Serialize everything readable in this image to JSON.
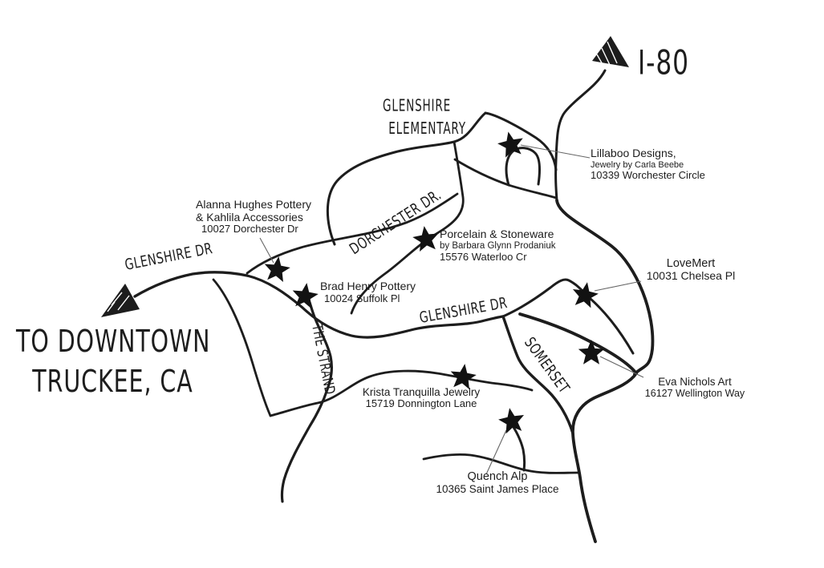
{
  "colors": {
    "ink": "#1d1d1d",
    "leader": "#666666",
    "background": "#ffffff"
  },
  "landmarks": {
    "highway_label": "I-80",
    "downtown_label_line1": "TO DOWNTOWN",
    "downtown_label_line2": "TRUCKEE, CA",
    "school_label_line1": "GLENSHIRE",
    "school_label_line2": "ELEMENTARY"
  },
  "road_labels": {
    "glenshire_dr_west": "GLENSHIRE DR",
    "glenshire_dr_east": "GLENSHIRE DR",
    "dorchester_dr": "DORCHESTER DR.",
    "the_strand": "THE STRAND",
    "somerset": "SOMERSET"
  },
  "locations": [
    {
      "name": "Lillaboo Designs,",
      "subtitle": "Jewelry by Carla Beebe",
      "address": "10339 Worchester Circle"
    },
    {
      "name": "Alanna Hughes Pottery",
      "name_line2": "& Kahlila Accessories",
      "address": "10027 Dorchester Dr"
    },
    {
      "name": "Porcelain & Stoneware",
      "subtitle": "by Barbara Glynn Prodaniuk",
      "address": "15576 Waterloo Cr"
    },
    {
      "name": "Brad Henry Pottery",
      "address": "10024 Suffolk Pl"
    },
    {
      "name": "LoveMert",
      "address": "10031 Chelsea Pl"
    },
    {
      "name": "Eva Nichols Art",
      "address": "16127 Wellington Way"
    },
    {
      "name": "Krista Tranquilla Jewelry",
      "address": "15719 Donnington Lane"
    },
    {
      "name": "Quench Alp",
      "address": "10365 Saint James Place"
    }
  ]
}
